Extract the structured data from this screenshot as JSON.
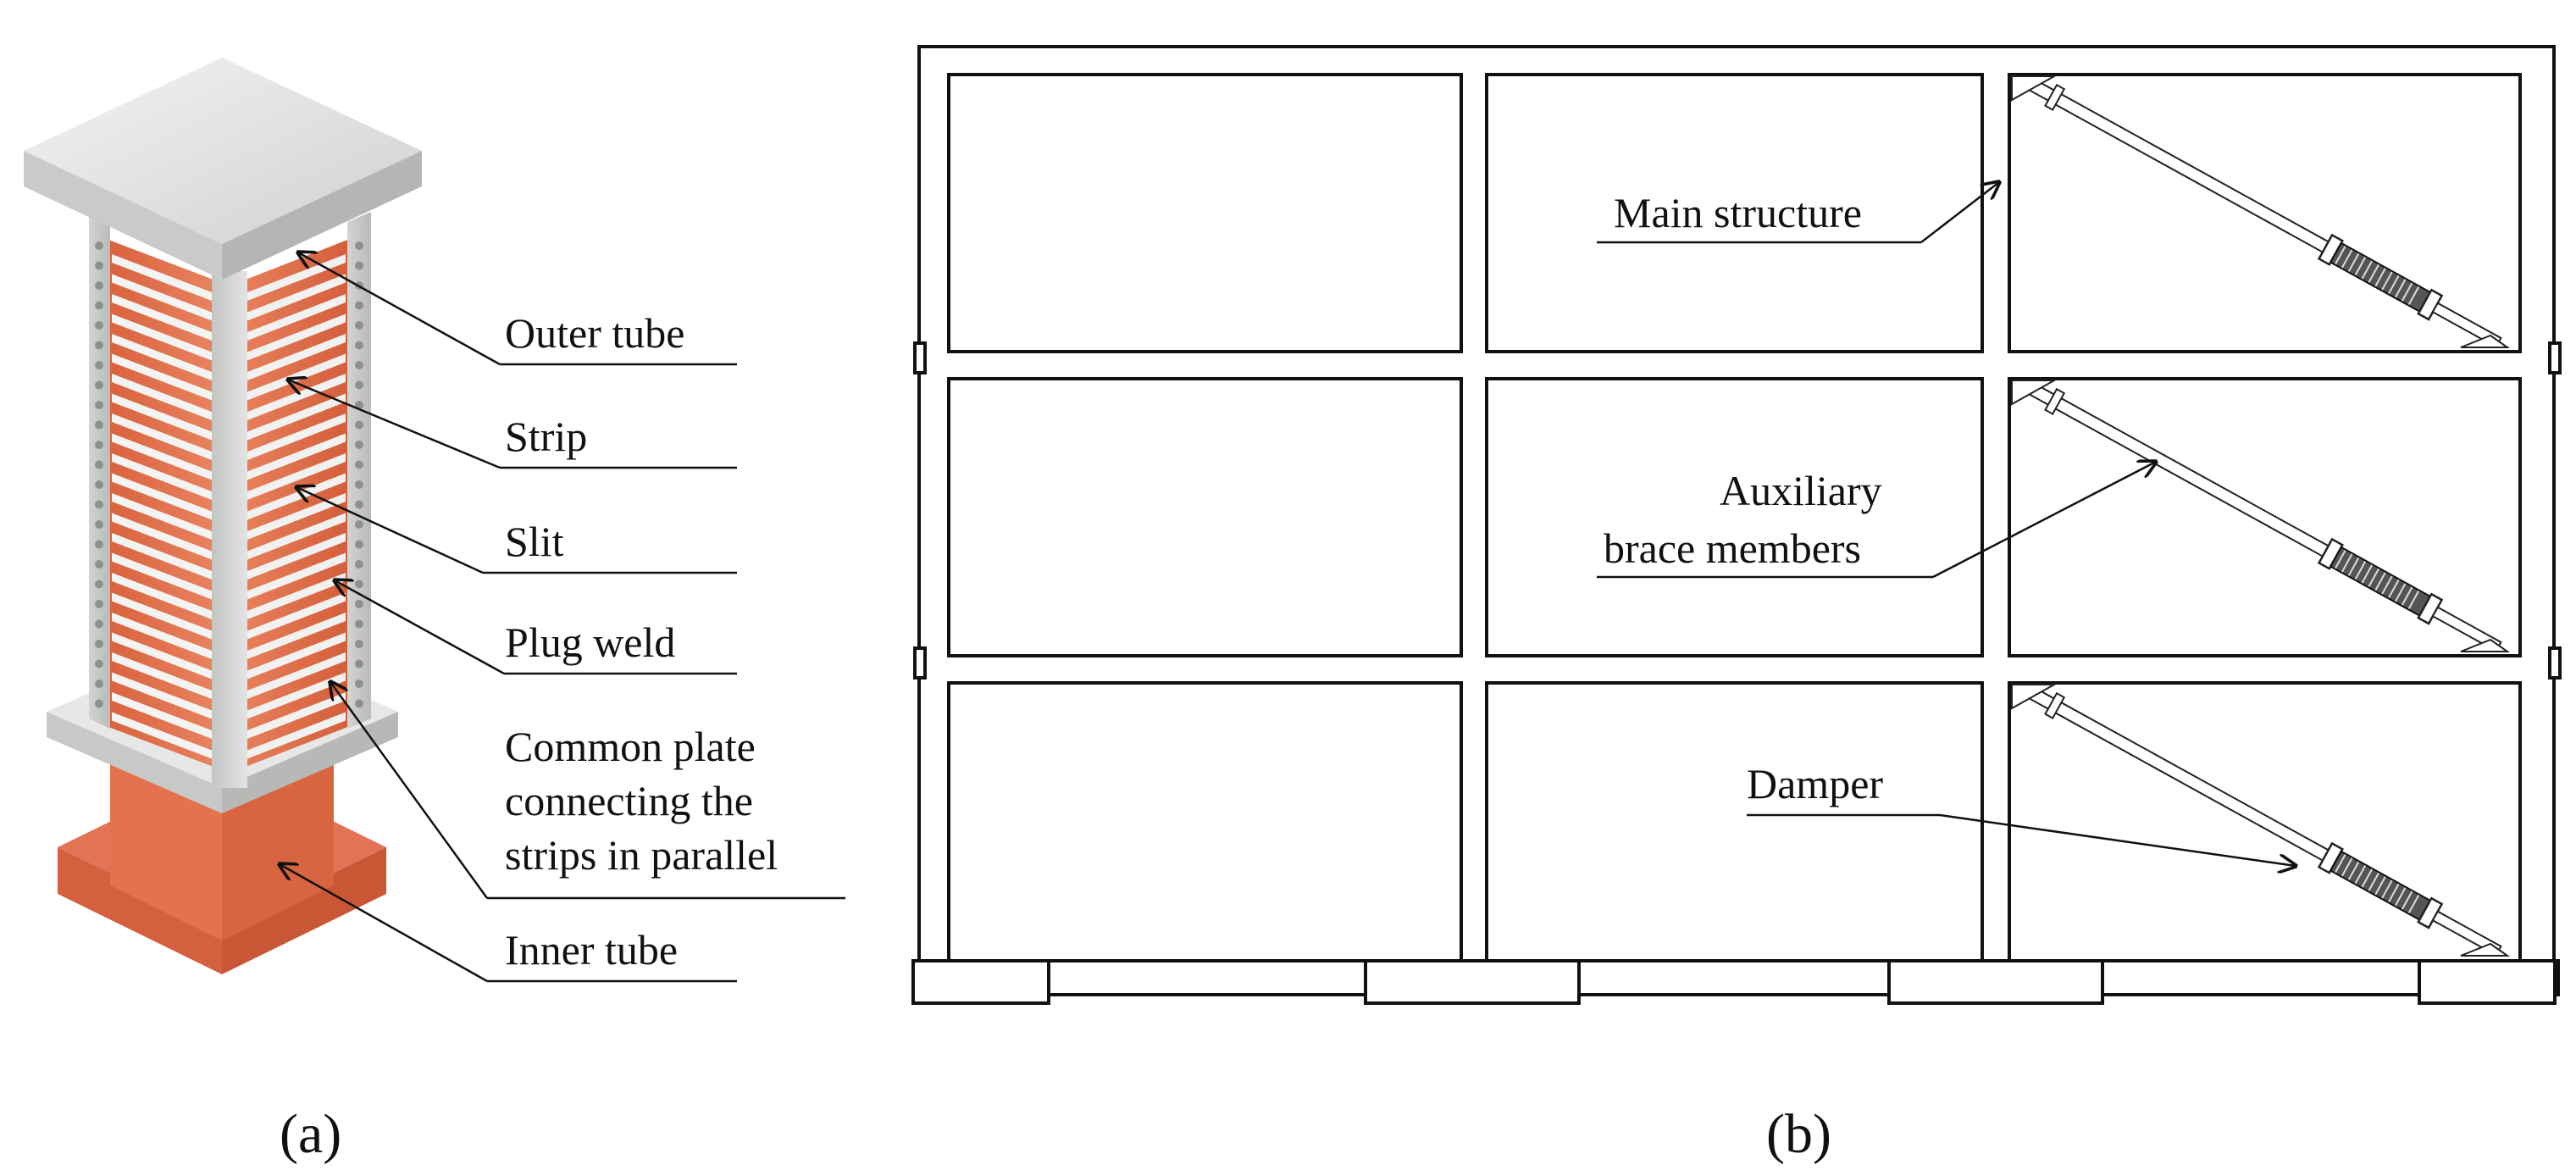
{
  "panel_a": {
    "labels": {
      "outer_tube": "Outer tube",
      "strip": "Strip",
      "slit": "Slit",
      "plug_weld": "Plug weld",
      "common_plate_line1": "Common plate",
      "common_plate_line2": "connecting the",
      "common_plate_line3": "strips in parallel",
      "inner_tube": "Inner tube"
    },
    "caption": "(a)",
    "colors": {
      "steel": "#d9dbd9",
      "copper": "#e4704d"
    }
  },
  "panel_b": {
    "labels": {
      "main_structure": "Main structure",
      "auxiliary_line1": "Auxiliary",
      "auxiliary_line2": "brace members",
      "damper": "Damper"
    },
    "caption": "(b)"
  }
}
